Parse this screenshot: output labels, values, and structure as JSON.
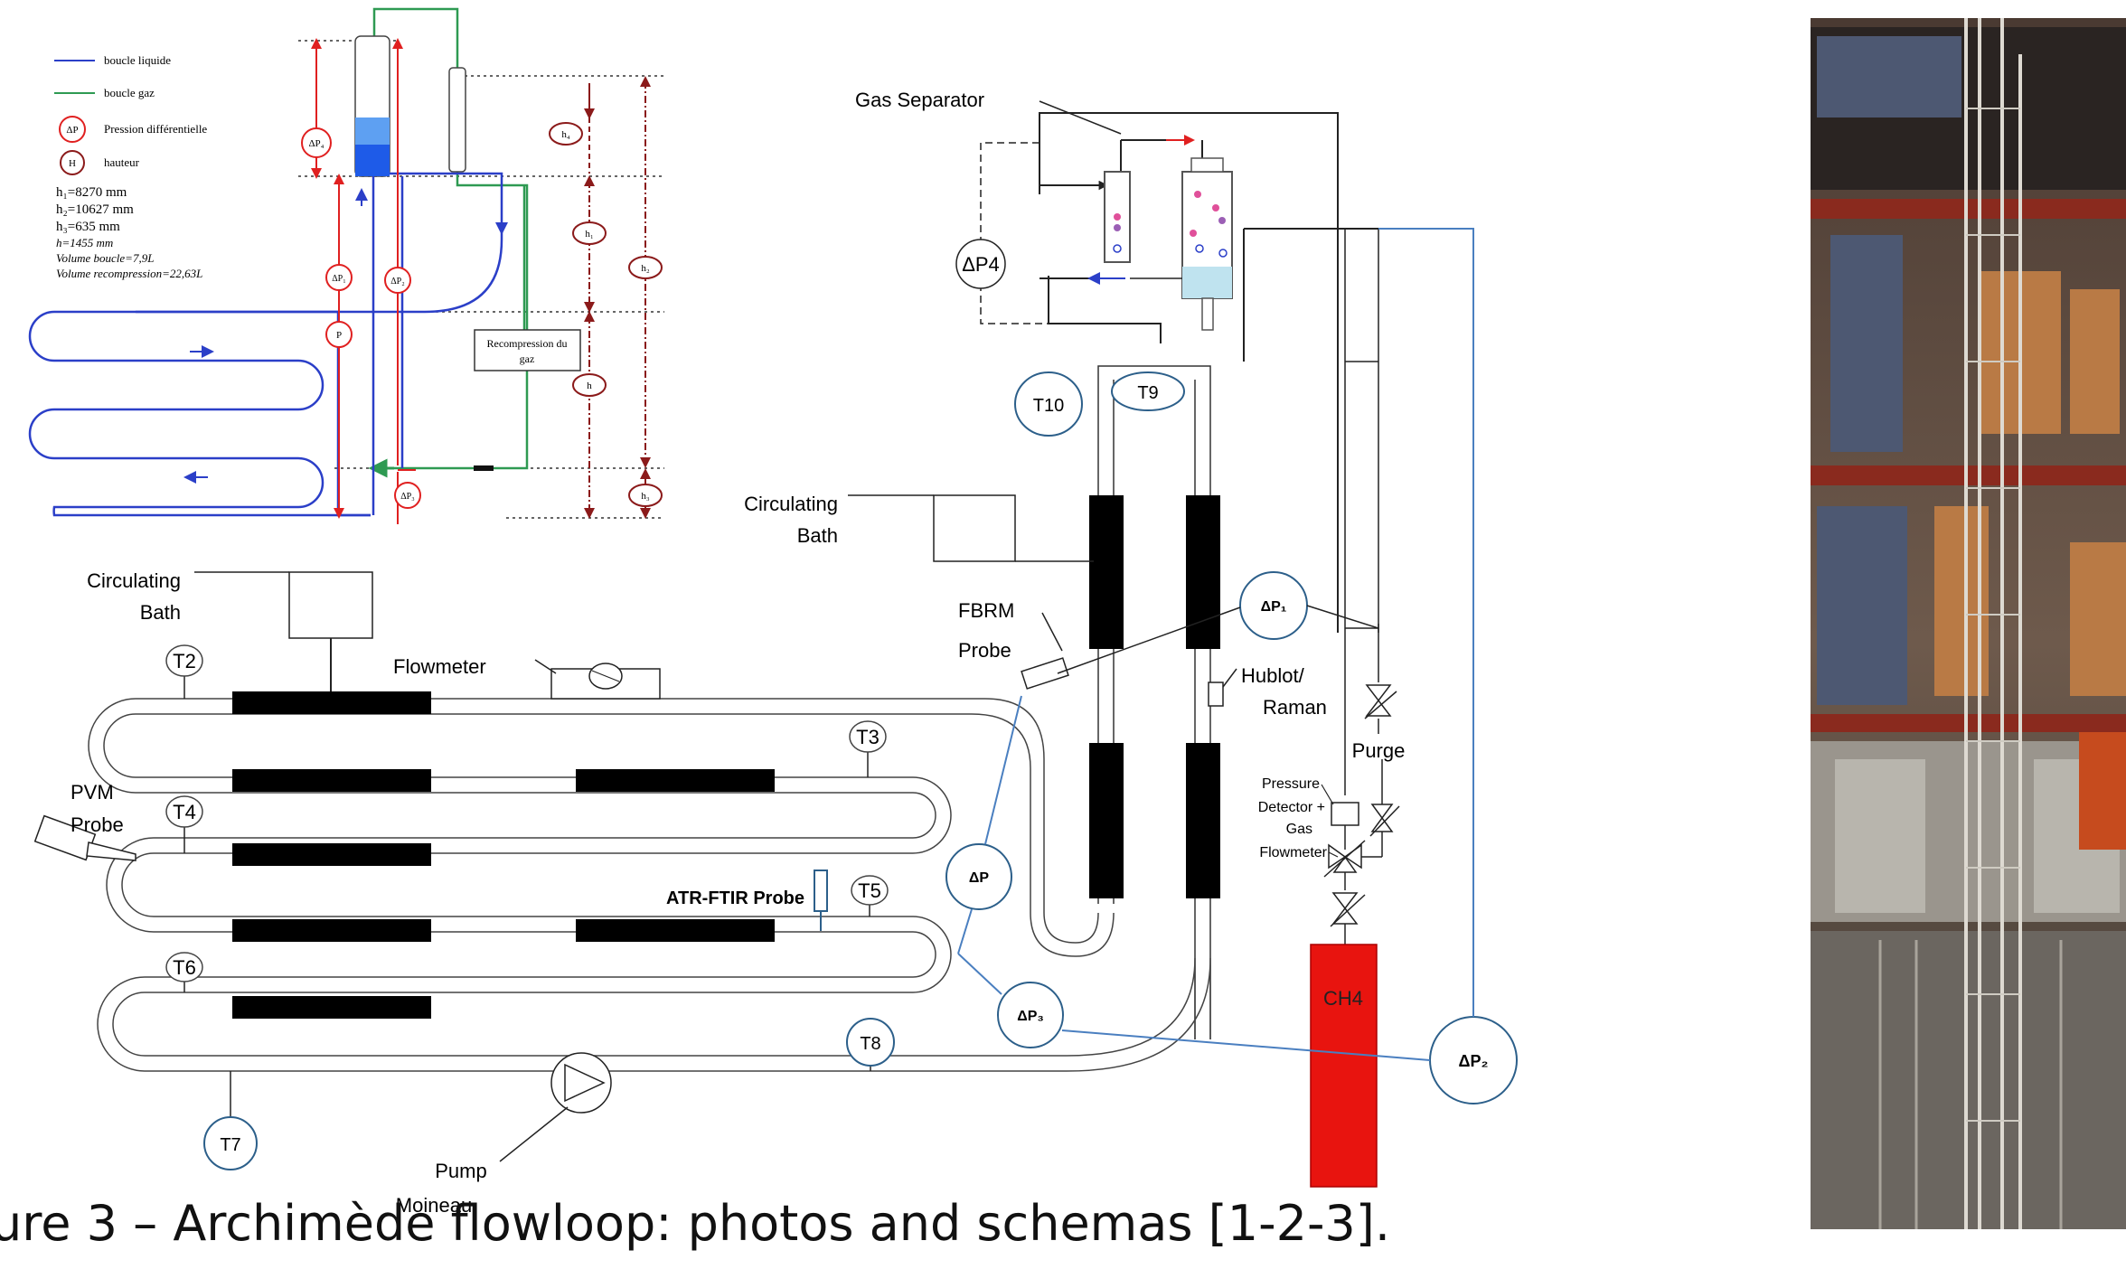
{
  "legend": {
    "liquid_loop": "boucle liquide",
    "gas_loop": "boucle gaz",
    "dp_symbol": "ΔP",
    "dp_label": "Pression différentielle",
    "h_symbol": "H",
    "h_label": "hauteur",
    "h1": "h₁=8270 mm",
    "h2": "h₂=10627 mm",
    "h3": "h₃=635 mm",
    "h": "h=1455 mm",
    "volume_loop": "Volume boucle=7,9L",
    "volume_recomp": "Volume recompression=22,63L"
  },
  "top_schema": {
    "recompression_line1": "Recompression du",
    "recompression_line2": "gaz",
    "dp4": "ΔP₄",
    "dp1": "ΔP₁",
    "dp2": "ΔP₂",
    "p": "P",
    "dp3": "ΔP₃",
    "h4": "h₄",
    "h1": "h₁",
    "h2": "h₂",
    "h": "h",
    "h3": "h₃"
  },
  "schematic": {
    "gas_separator": "Gas Separator",
    "dp4": "ΔP4",
    "t10": "T10",
    "t9": "T9",
    "circ_bath_right_1": "Circulating",
    "circ_bath_right_2": "Bath",
    "circ_bath_left_1": "Circulating",
    "circ_bath_left_2": "Bath",
    "fbrm_1": "FBRM",
    "fbrm_2": "Probe",
    "dp1": "ΔP₁",
    "hublot_1": "Hublot/",
    "hublot_2": "Raman",
    "purge": "Purge",
    "pressure_1": "Pressure",
    "pressure_2": "Detector +",
    "pressure_3": "Gas",
    "pressure_4": "Flowmeter",
    "t2": "T2",
    "flowmeter": "Flowmeter",
    "t3": "T3",
    "pvm_1": "PVM",
    "pvm_2": "Probe",
    "t4": "T4",
    "dp": "ΔP",
    "atr": "ATR-FTIR Probe",
    "t5": "T5",
    "t6": "T6",
    "dp3": "ΔP₃",
    "t8": "T8",
    "ch4": "CH4",
    "dp2": "ΔP₂",
    "t7": "T7",
    "pump_1": "Pump",
    "pump_2": "Moineau"
  },
  "caption": "ure 3 – Archimède flowloop: photos and schemas [1-2-3].",
  "colors": {
    "liquid": "#2b3fc8",
    "gas": "#2e9a52",
    "red": "#e02020",
    "darkred": "#8b1a1a",
    "ch4": "#e8140f",
    "signal": "#4a7fc0"
  }
}
